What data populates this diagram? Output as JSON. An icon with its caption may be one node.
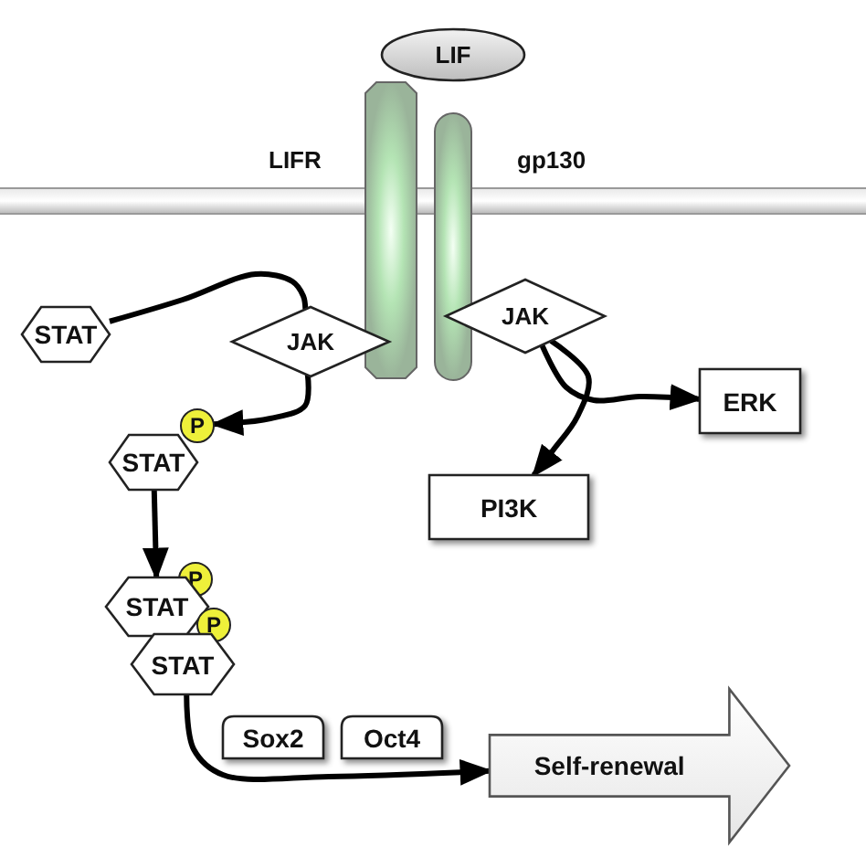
{
  "diagram": {
    "nodes": [
      {
        "text": [
          "LIF"
        ]
      },
      {
        "text": [
          "STAT"
        ]
      },
      {
        "text": [
          "JAK"
        ]
      },
      {
        "text": [
          "JAK"
        ]
      },
      {
        "text": [
          "ERK"
        ]
      },
      {
        "text": [
          "P"
        ]
      },
      {
        "text": [
          "STAT"
        ]
      },
      {
        "text": [
          "PI3K"
        ]
      },
      {
        "text": [
          "P"
        ]
      },
      {
        "text": [
          "STAT"
        ]
      },
      {
        "text": [
          "P"
        ]
      },
      {
        "text": [
          "STAT"
        ]
      },
      {
        "text": [
          "Sox2"
        ]
      },
      {
        "text": [
          "Oct4"
        ]
      },
      {
        "text": [
          "Self-renewal"
        ]
      }
    ],
    "edges": [
      {
        "from": 1,
        "to": 2,
        "arrow": "none"
      },
      {
        "from": 2,
        "to": 5,
        "arrow": "to"
      },
      {
        "from": 3,
        "to": 4,
        "arrow": "to"
      },
      {
        "from": 3,
        "to": 7,
        "arrow": "to"
      },
      {
        "from": 6,
        "to": 9,
        "arrow": "to"
      },
      {
        "from": 11,
        "to": 14,
        "arrow": "to"
      }
    ],
    "labels": [
      "LIFR",
      "gp130"
    ]
  }
}
